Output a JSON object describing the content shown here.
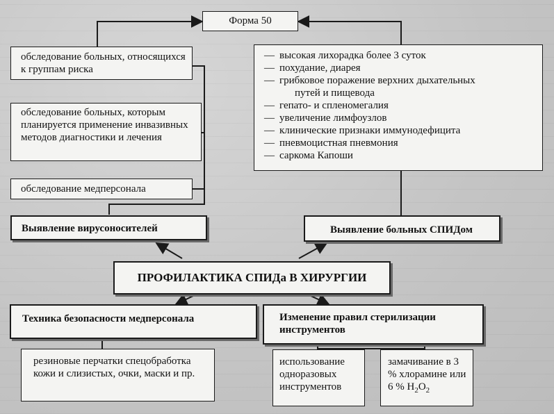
{
  "forma": "Форма 50",
  "risk_group": "обследование больных, относящихся к группам риска",
  "invasive": "обследование больных, которым планируется применение инвазивных методов диагностики и лечения",
  "staff_exam": "обследование медперсонала",
  "symptoms": [
    "высокая лихорадка более 3 суток",
    "похудание, диарея",
    "грибковое поражение верхних дыхательных",
    "путей и пищевода",
    "гепато- и спленомегалия",
    "увеличение лимфоузлов",
    "клинические признаки иммунодефицита",
    "пневмоцистная пневмония",
    "саркома Капоши"
  ],
  "carriers": "Выявление вирусоносителей",
  "patients": "Выявление больных СПИДом",
  "main": "ПРОФИЛАКТИКА СПИДа В ХИРУРГИИ",
  "safety": "Техника безопасности медперсонала",
  "sterilization": "Изменение правил стерилизации инструментов",
  "safety_items": "резиновые перчатки спецобработка кожи и слизистых, очки, маски и пр.",
  "disposable": "использование одноразовых инструментов",
  "soaking_prefix": "замачивание в 3 % хлорамине или 6 % H",
  "soaking_sub": "2",
  "soaking_suffix": "O",
  "soaking_sub2": "2"
}
